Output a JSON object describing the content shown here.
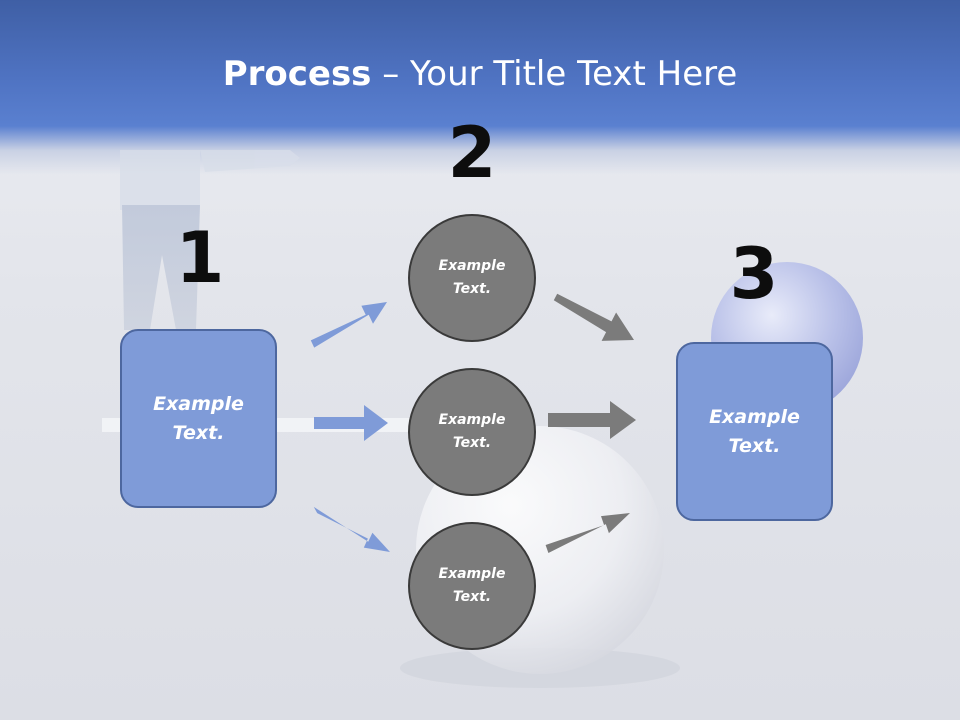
{
  "title": {
    "bold": "Process",
    "regular": " – Your Title Text Here"
  },
  "steps": [
    {
      "number": "1",
      "label": "Example\nText."
    },
    {
      "number": "2",
      "label": ""
    },
    {
      "number": "3",
      "label": "Example\nText."
    }
  ],
  "center_nodes": [
    {
      "label": "Example\nText."
    },
    {
      "label": "Example\nText."
    },
    {
      "label": "Example\nText."
    }
  ],
  "colors": {
    "header": "#4f73c2",
    "box_fill": "#7f9bd8",
    "box_border": "#4d679f",
    "circle_fill": "#7b7b7b",
    "circle_border": "#3a3a3a",
    "arrow_blue": "#7f9bd8",
    "arrow_gray": "#7b7b7b"
  }
}
